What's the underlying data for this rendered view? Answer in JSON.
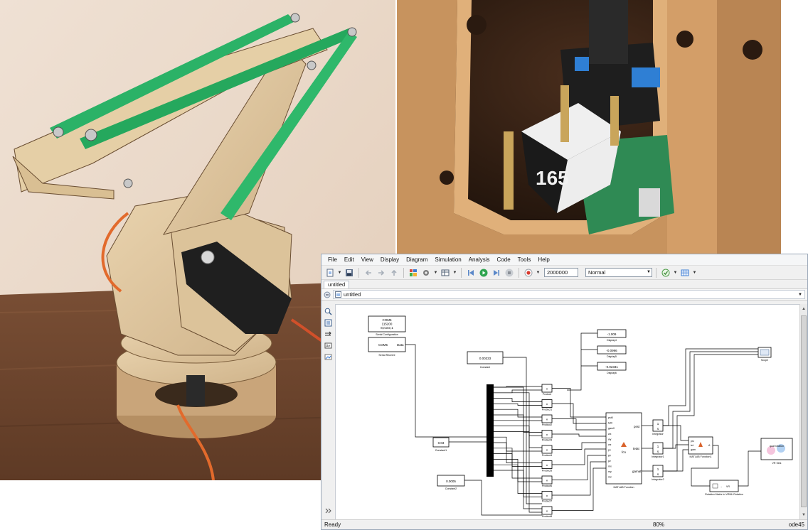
{
  "menubar": {
    "items": [
      "File",
      "Edit",
      "View",
      "Display",
      "Diagram",
      "Simulation",
      "Analysis",
      "Code",
      "Tools",
      "Help"
    ]
  },
  "toolbar": {
    "stop_time": "2000000",
    "sim_mode": "Normal"
  },
  "tab": {
    "label": "untitled"
  },
  "address": {
    "path": "untitled"
  },
  "blocks": {
    "serial_config": {
      "lines": [
        "COM5",
        "115200",
        "8,none,1"
      ],
      "name": "Serial Configuration"
    },
    "serial_receive": {
      "port": "COM5",
      "port_label": "Data",
      "name": "Serial Receive"
    },
    "constant": {
      "value": "0.00333",
      "name": "Constant"
    },
    "constant1": {
      "value": "0.03",
      "name": "Constant1"
    },
    "constant2": {
      "value": "0.0005",
      "name": "Constant2"
    },
    "display4": {
      "value": "-1.009",
      "name": "Display4"
    },
    "display5": {
      "value": "-0.0996",
      "name": "Display5"
    },
    "display6": {
      "value": "-0.02331",
      "name": "Display6"
    },
    "scope": {
      "name": "Scope"
    },
    "products": [
      "Product",
      "Product1",
      "Product2",
      "Product3",
      "Product4",
      "Product5",
      "Product6",
      "Product7",
      "Product8"
    ],
    "product_symbol": "×",
    "matlab_fn": {
      "name": "MATLAB Function",
      "inputs": [
        "pst0",
        "tet0",
        "gam0",
        "wx",
        "wy",
        "wz",
        "px",
        "py",
        "pz",
        "mx",
        "my",
        "mz"
      ],
      "outputs": [
        "psst",
        "tetat",
        "gamat"
      ],
      "center": "fcn"
    },
    "integrators": [
      "Integrator",
      "Integrator1",
      "Integrator2"
    ],
    "integrator_symbol_top": "1",
    "integrator_symbol_bottom": "s",
    "matlab_fn1": {
      "name": "MATLAB Function1",
      "inputs": [
        "psi",
        "tet",
        "gam"
      ],
      "output": "A"
    },
    "rot_matrix": {
      "name": "Rotation Matrix to VRML Rotation",
      "out": "VR"
    },
    "vr_sink": {
      "name": "VR Sink",
      "text": "quat  rotation"
    }
  },
  "status": {
    "ready": "Ready",
    "zoom": "80%",
    "solver": "ode45"
  },
  "icons": [
    "new-model-icon",
    "save-icon",
    "back-icon",
    "forward-icon",
    "up-icon",
    "library-icon",
    "settings-icon",
    "grid-icon",
    "step-back-icon",
    "run-icon",
    "step-forward-icon",
    "stop-icon",
    "record-icon",
    "check-icon",
    "table-icon"
  ]
}
